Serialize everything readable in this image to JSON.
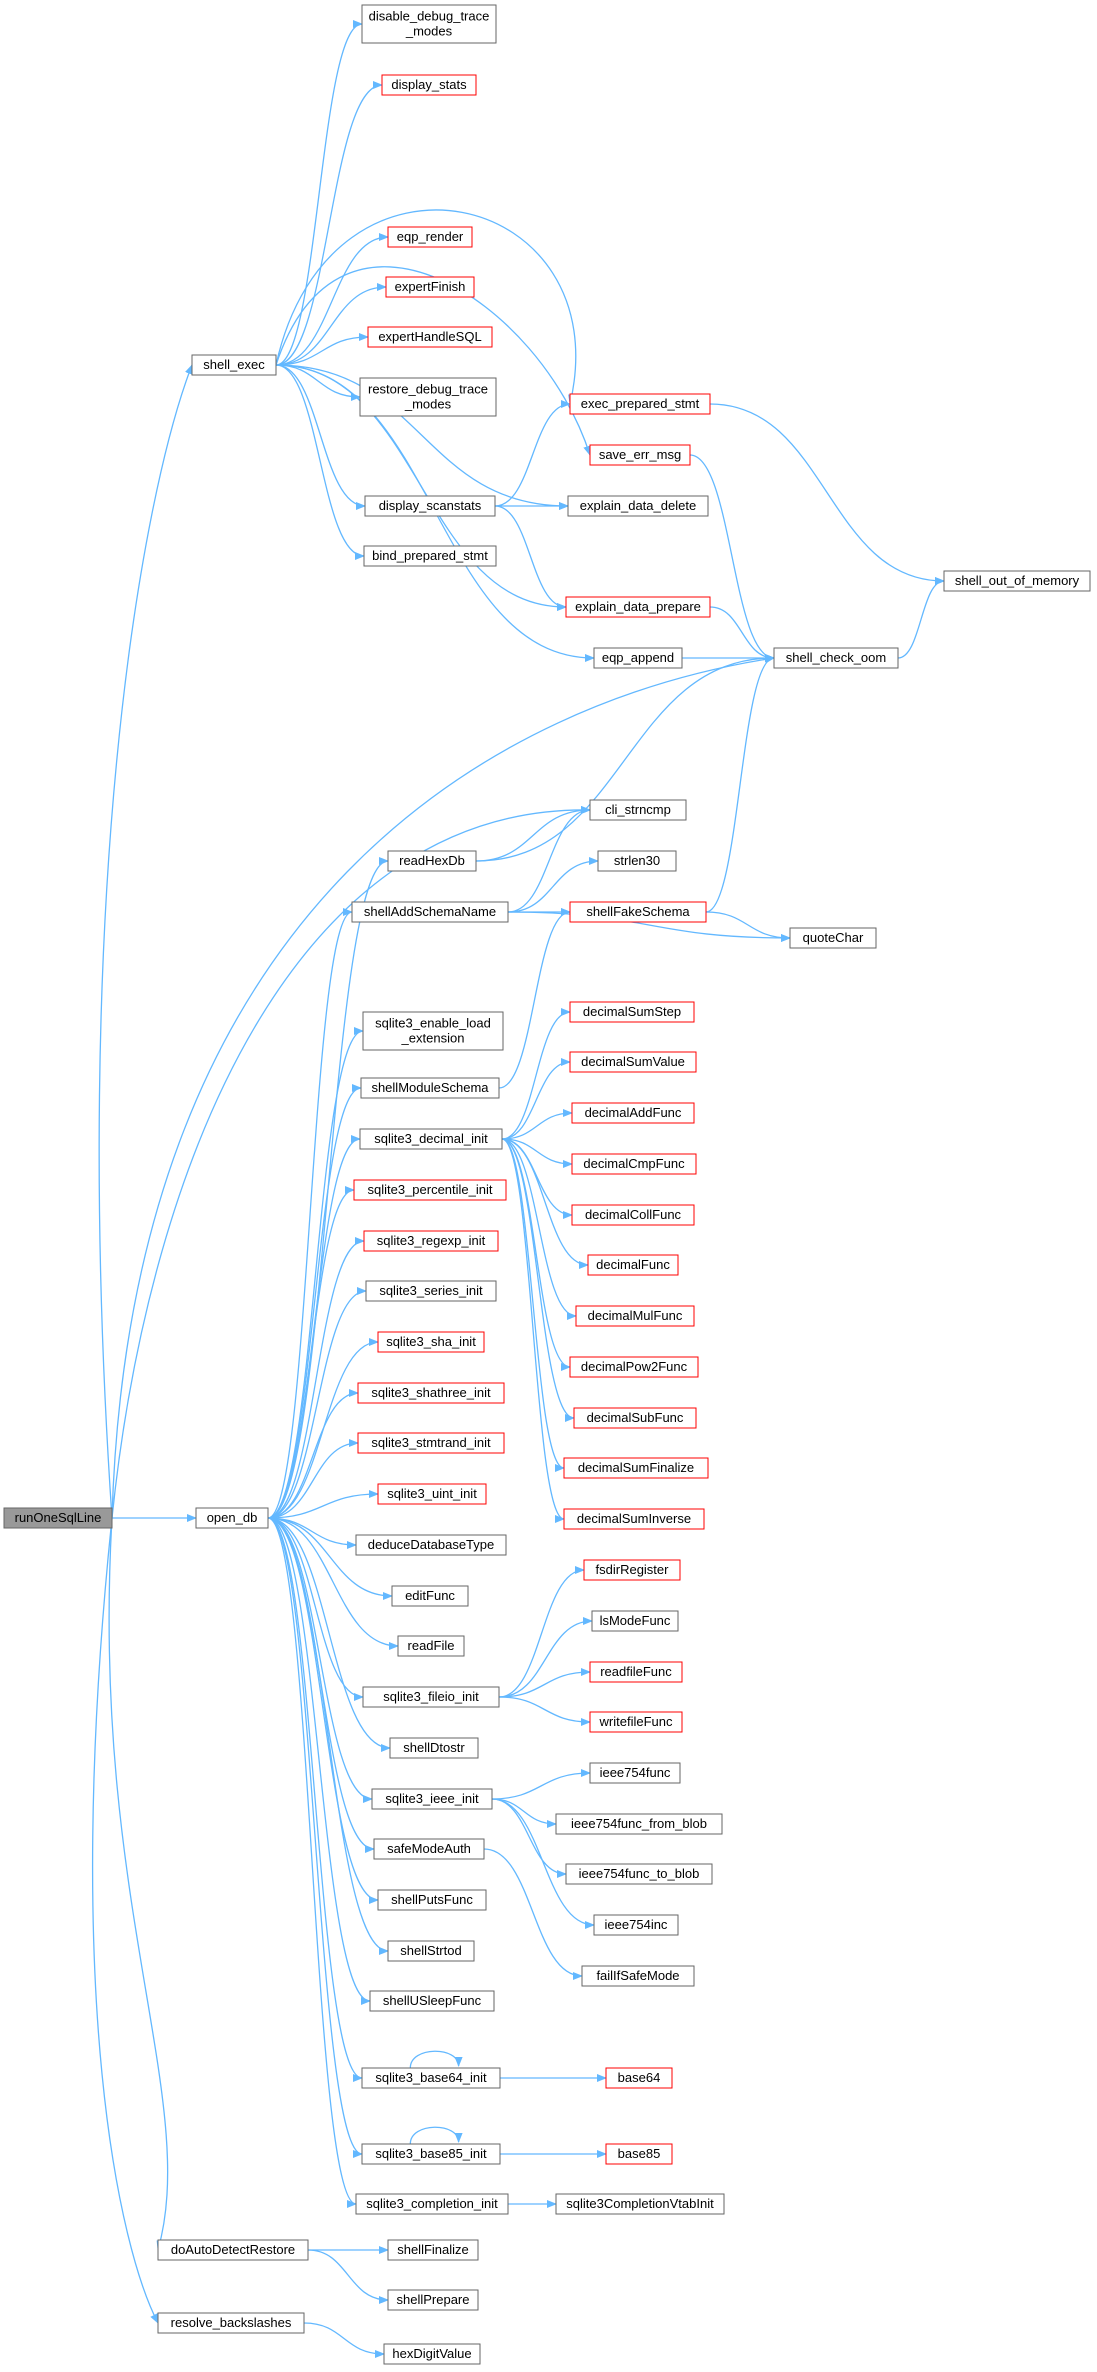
{
  "graph": {
    "nodes": [
      {
        "id": "runOneSqlLine",
        "lines": [
          "runOneSqlLine"
        ],
        "style": "root"
      },
      {
        "id": "shell_exec",
        "lines": [
          "shell_exec"
        ],
        "style": "normal"
      },
      {
        "id": "open_db",
        "lines": [
          "open_db"
        ],
        "style": "normal"
      },
      {
        "id": "doAutoDetectRestore",
        "lines": [
          "doAutoDetectRestore"
        ],
        "style": "normal"
      },
      {
        "id": "resolve_backslashes",
        "lines": [
          "resolve_backslashes"
        ],
        "style": "normal"
      },
      {
        "id": "disable_debug_trace_modes",
        "lines": [
          "disable_debug_trace",
          "_modes"
        ],
        "style": "normal"
      },
      {
        "id": "display_stats",
        "lines": [
          "display_stats"
        ],
        "style": "red"
      },
      {
        "id": "eqp_render",
        "lines": [
          "eqp_render"
        ],
        "style": "red"
      },
      {
        "id": "expertFinish",
        "lines": [
          "expertFinish"
        ],
        "style": "red"
      },
      {
        "id": "expertHandleSQL",
        "lines": [
          "expertHandleSQL"
        ],
        "style": "red"
      },
      {
        "id": "restore_debug_trace_modes",
        "lines": [
          "restore_debug_trace",
          "_modes"
        ],
        "style": "normal"
      },
      {
        "id": "display_scanstats",
        "lines": [
          "display_scanstats"
        ],
        "style": "normal"
      },
      {
        "id": "bind_prepared_stmt",
        "lines": [
          "bind_prepared_stmt"
        ],
        "style": "normal"
      },
      {
        "id": "exec_prepared_stmt",
        "lines": [
          "exec_prepared_stmt"
        ],
        "style": "red"
      },
      {
        "id": "save_err_msg",
        "lines": [
          "save_err_msg"
        ],
        "style": "red"
      },
      {
        "id": "explain_data_delete",
        "lines": [
          "explain_data_delete"
        ],
        "style": "normal"
      },
      {
        "id": "explain_data_prepare",
        "lines": [
          "explain_data_prepare"
        ],
        "style": "red"
      },
      {
        "id": "eqp_append",
        "lines": [
          "eqp_append"
        ],
        "style": "normal"
      },
      {
        "id": "shell_check_oom",
        "lines": [
          "shell_check_oom"
        ],
        "style": "normal"
      },
      {
        "id": "shell_out_of_memory",
        "lines": [
          "shell_out_of_memory"
        ],
        "style": "normal"
      },
      {
        "id": "cli_strncmp",
        "lines": [
          "cli_strncmp"
        ],
        "style": "normal"
      },
      {
        "id": "readHexDb",
        "lines": [
          "readHexDb"
        ],
        "style": "normal"
      },
      {
        "id": "strlen30",
        "lines": [
          "strlen30"
        ],
        "style": "normal"
      },
      {
        "id": "shellAddSchemaName",
        "lines": [
          "shellAddSchemaName"
        ],
        "style": "normal"
      },
      {
        "id": "shellFakeSchema",
        "lines": [
          "shellFakeSchema"
        ],
        "style": "red"
      },
      {
        "id": "quoteChar",
        "lines": [
          "quoteChar"
        ],
        "style": "normal"
      },
      {
        "id": "sqlite3_enable_load_extension",
        "lines": [
          "sqlite3_enable_load",
          "_extension"
        ],
        "style": "normal"
      },
      {
        "id": "shellModuleSchema",
        "lines": [
          "shellModuleSchema"
        ],
        "style": "normal"
      },
      {
        "id": "sqlite3_decimal_init",
        "lines": [
          "sqlite3_decimal_init"
        ],
        "style": "normal"
      },
      {
        "id": "decimalSumStep",
        "lines": [
          "decimalSumStep"
        ],
        "style": "red"
      },
      {
        "id": "decimalSumValue",
        "lines": [
          "decimalSumValue"
        ],
        "style": "red"
      },
      {
        "id": "decimalAddFunc",
        "lines": [
          "decimalAddFunc"
        ],
        "style": "red"
      },
      {
        "id": "decimalCmpFunc",
        "lines": [
          "decimalCmpFunc"
        ],
        "style": "red"
      },
      {
        "id": "decimalCollFunc",
        "lines": [
          "decimalCollFunc"
        ],
        "style": "red"
      },
      {
        "id": "decimalFunc",
        "lines": [
          "decimalFunc"
        ],
        "style": "red"
      },
      {
        "id": "decimalMulFunc",
        "lines": [
          "decimalMulFunc"
        ],
        "style": "red"
      },
      {
        "id": "decimalPow2Func",
        "lines": [
          "decimalPow2Func"
        ],
        "style": "red"
      },
      {
        "id": "decimalSubFunc",
        "lines": [
          "decimalSubFunc"
        ],
        "style": "red"
      },
      {
        "id": "decimalSumFinalize",
        "lines": [
          "decimalSumFinalize"
        ],
        "style": "red"
      },
      {
        "id": "decimalSumInverse",
        "lines": [
          "decimalSumInverse"
        ],
        "style": "red"
      },
      {
        "id": "sqlite3_percentile_init",
        "lines": [
          "sqlite3_percentile_init"
        ],
        "style": "red"
      },
      {
        "id": "sqlite3_regexp_init",
        "lines": [
          "sqlite3_regexp_init"
        ],
        "style": "red"
      },
      {
        "id": "sqlite3_series_init",
        "lines": [
          "sqlite3_series_init"
        ],
        "style": "normal"
      },
      {
        "id": "sqlite3_sha_init",
        "lines": [
          "sqlite3_sha_init"
        ],
        "style": "red"
      },
      {
        "id": "sqlite3_shathree_init",
        "lines": [
          "sqlite3_shathree_init"
        ],
        "style": "red"
      },
      {
        "id": "sqlite3_stmtrand_init",
        "lines": [
          "sqlite3_stmtrand_init"
        ],
        "style": "red"
      },
      {
        "id": "sqlite3_uint_init",
        "lines": [
          "sqlite3_uint_init"
        ],
        "style": "red"
      },
      {
        "id": "deduceDatabaseType",
        "lines": [
          "deduceDatabaseType"
        ],
        "style": "normal"
      },
      {
        "id": "editFunc",
        "lines": [
          "editFunc"
        ],
        "style": "normal"
      },
      {
        "id": "readFile",
        "lines": [
          "readFile"
        ],
        "style": "normal"
      },
      {
        "id": "sqlite3_fileio_init",
        "lines": [
          "sqlite3_fileio_init"
        ],
        "style": "normal"
      },
      {
        "id": "fsdirRegister",
        "lines": [
          "fsdirRegister"
        ],
        "style": "red"
      },
      {
        "id": "lsModeFunc",
        "lines": [
          "lsModeFunc"
        ],
        "style": "normal"
      },
      {
        "id": "readfileFunc",
        "lines": [
          "readfileFunc"
        ],
        "style": "red"
      },
      {
        "id": "writefileFunc",
        "lines": [
          "writefileFunc"
        ],
        "style": "red"
      },
      {
        "id": "shellDtostr",
        "lines": [
          "shellDtostr"
        ],
        "style": "normal"
      },
      {
        "id": "sqlite3_ieee_init",
        "lines": [
          "sqlite3_ieee_init"
        ],
        "style": "normal"
      },
      {
        "id": "ieee754func",
        "lines": [
          "ieee754func"
        ],
        "style": "normal"
      },
      {
        "id": "ieee754func_from_blob",
        "lines": [
          "ieee754func_from_blob"
        ],
        "style": "normal"
      },
      {
        "id": "ieee754func_to_blob",
        "lines": [
          "ieee754func_to_blob"
        ],
        "style": "normal"
      },
      {
        "id": "ieee754inc",
        "lines": [
          "ieee754inc"
        ],
        "style": "normal"
      },
      {
        "id": "safeModeAuth",
        "lines": [
          "safeModeAuth"
        ],
        "style": "normal"
      },
      {
        "id": "failIfSafeMode",
        "lines": [
          "failIfSafeMode"
        ],
        "style": "normal"
      },
      {
        "id": "shellPutsFunc",
        "lines": [
          "shellPutsFunc"
        ],
        "style": "normal"
      },
      {
        "id": "shellStrtod",
        "lines": [
          "shellStrtod"
        ],
        "style": "normal"
      },
      {
        "id": "shellUSleepFunc",
        "lines": [
          "shellUSleepFunc"
        ],
        "style": "normal"
      },
      {
        "id": "sqlite3_base64_init",
        "lines": [
          "sqlite3_base64_init"
        ],
        "style": "normal"
      },
      {
        "id": "base64",
        "lines": [
          "base64"
        ],
        "style": "red"
      },
      {
        "id": "sqlite3_base85_init",
        "lines": [
          "sqlite3_base85_init"
        ],
        "style": "normal"
      },
      {
        "id": "base85",
        "lines": [
          "base85"
        ],
        "style": "red"
      },
      {
        "id": "sqlite3_completion_init",
        "lines": [
          "sqlite3_completion_init"
        ],
        "style": "normal"
      },
      {
        "id": "sqlite3CompletionVtabInit",
        "lines": [
          "sqlite3CompletionVtabInit"
        ],
        "style": "normal"
      },
      {
        "id": "shellFinalize",
        "lines": [
          "shellFinalize"
        ],
        "style": "normal"
      },
      {
        "id": "shellPrepare",
        "lines": [
          "shellPrepare"
        ],
        "style": "normal"
      },
      {
        "id": "hexDigitValue",
        "lines": [
          "hexDigitValue"
        ],
        "style": "normal"
      }
    ],
    "edges": [
      [
        "runOneSqlLine",
        "shell_exec"
      ],
      [
        "runOneSqlLine",
        "open_db"
      ],
      [
        "runOneSqlLine",
        "doAutoDetectRestore"
      ],
      [
        "runOneSqlLine",
        "resolve_backslashes"
      ],
      [
        "runOneSqlLine",
        "cli_strncmp"
      ],
      [
        "runOneSqlLine",
        "shell_check_oom"
      ],
      [
        "shell_exec",
        "disable_debug_trace_modes"
      ],
      [
        "shell_exec",
        "display_stats"
      ],
      [
        "shell_exec",
        "eqp_render"
      ],
      [
        "shell_exec",
        "expertFinish"
      ],
      [
        "shell_exec",
        "expertHandleSQL"
      ],
      [
        "shell_exec",
        "restore_debug_trace_modes"
      ],
      [
        "shell_exec",
        "display_scanstats"
      ],
      [
        "shell_exec",
        "bind_prepared_stmt"
      ],
      [
        "shell_exec",
        "exec_prepared_stmt"
      ],
      [
        "shell_exec",
        "save_err_msg"
      ],
      [
        "shell_exec",
        "explain_data_delete"
      ],
      [
        "shell_exec",
        "explain_data_prepare"
      ],
      [
        "shell_exec",
        "eqp_append"
      ],
      [
        "display_scanstats",
        "exec_prepared_stmt"
      ],
      [
        "display_scanstats",
        "explain_data_delete"
      ],
      [
        "display_scanstats",
        "explain_data_prepare"
      ],
      [
        "exec_prepared_stmt",
        "shell_out_of_memory"
      ],
      [
        "save_err_msg",
        "shell_check_oom"
      ],
      [
        "explain_data_prepare",
        "shell_check_oom"
      ],
      [
        "eqp_append",
        "shell_check_oom"
      ],
      [
        "shell_check_oom",
        "shell_out_of_memory"
      ],
      [
        "open_db",
        "readHexDb"
      ],
      [
        "open_db",
        "shellAddSchemaName"
      ],
      [
        "open_db",
        "sqlite3_enable_load_extension"
      ],
      [
        "open_db",
        "shellModuleSchema"
      ],
      [
        "open_db",
        "sqlite3_decimal_init"
      ],
      [
        "open_db",
        "sqlite3_percentile_init"
      ],
      [
        "open_db",
        "sqlite3_regexp_init"
      ],
      [
        "open_db",
        "sqlite3_series_init"
      ],
      [
        "open_db",
        "sqlite3_sha_init"
      ],
      [
        "open_db",
        "sqlite3_shathree_init"
      ],
      [
        "open_db",
        "sqlite3_stmtrand_init"
      ],
      [
        "open_db",
        "sqlite3_uint_init"
      ],
      [
        "open_db",
        "deduceDatabaseType"
      ],
      [
        "open_db",
        "editFunc"
      ],
      [
        "open_db",
        "readFile"
      ],
      [
        "open_db",
        "sqlite3_fileio_init"
      ],
      [
        "open_db",
        "shellDtostr"
      ],
      [
        "open_db",
        "sqlite3_ieee_init"
      ],
      [
        "open_db",
        "safeModeAuth"
      ],
      [
        "open_db",
        "shellPutsFunc"
      ],
      [
        "open_db",
        "shellStrtod"
      ],
      [
        "open_db",
        "shellUSleepFunc"
      ],
      [
        "open_db",
        "sqlite3_base64_init"
      ],
      [
        "open_db",
        "sqlite3_base85_init"
      ],
      [
        "open_db",
        "sqlite3_completion_init"
      ],
      [
        "readHexDb",
        "cli_strncmp"
      ],
      [
        "readHexDb",
        "shell_check_oom"
      ],
      [
        "shellAddSchemaName",
        "cli_strncmp"
      ],
      [
        "shellAddSchemaName",
        "strlen30"
      ],
      [
        "shellAddSchemaName",
        "shellFakeSchema"
      ],
      [
        "shellAddSchemaName",
        "quoteChar"
      ],
      [
        "shellModuleSchema",
        "shellFakeSchema"
      ],
      [
        "shellFakeSchema",
        "shell_check_oom"
      ],
      [
        "shellFakeSchema",
        "quoteChar"
      ],
      [
        "sqlite3_decimal_init",
        "decimalSumStep"
      ],
      [
        "sqlite3_decimal_init",
        "decimalSumValue"
      ],
      [
        "sqlite3_decimal_init",
        "decimalAddFunc"
      ],
      [
        "sqlite3_decimal_init",
        "decimalCmpFunc"
      ],
      [
        "sqlite3_decimal_init",
        "decimalCollFunc"
      ],
      [
        "sqlite3_decimal_init",
        "decimalFunc"
      ],
      [
        "sqlite3_decimal_init",
        "decimalMulFunc"
      ],
      [
        "sqlite3_decimal_init",
        "decimalPow2Func"
      ],
      [
        "sqlite3_decimal_init",
        "decimalSubFunc"
      ],
      [
        "sqlite3_decimal_init",
        "decimalSumFinalize"
      ],
      [
        "sqlite3_decimal_init",
        "decimalSumInverse"
      ],
      [
        "sqlite3_fileio_init",
        "fsdirRegister"
      ],
      [
        "sqlite3_fileio_init",
        "lsModeFunc"
      ],
      [
        "sqlite3_fileio_init",
        "readfileFunc"
      ],
      [
        "sqlite3_fileio_init",
        "writefileFunc"
      ],
      [
        "sqlite3_ieee_init",
        "ieee754func"
      ],
      [
        "sqlite3_ieee_init",
        "ieee754func_from_blob"
      ],
      [
        "sqlite3_ieee_init",
        "ieee754func_to_blob"
      ],
      [
        "sqlite3_ieee_init",
        "ieee754inc"
      ],
      [
        "safeModeAuth",
        "failIfSafeMode"
      ],
      [
        "sqlite3_base64_init",
        "sqlite3_base64_init"
      ],
      [
        "sqlite3_base64_init",
        "base64"
      ],
      [
        "sqlite3_base85_init",
        "sqlite3_base85_init"
      ],
      [
        "sqlite3_base85_init",
        "base85"
      ],
      [
        "sqlite3_completion_init",
        "sqlite3CompletionVtabInit"
      ],
      [
        "doAutoDetectRestore",
        "shellFinalize"
      ],
      [
        "doAutoDetectRestore",
        "shellPrepare"
      ],
      [
        "resolve_backslashes",
        "hexDigitValue"
      ]
    ]
  }
}
